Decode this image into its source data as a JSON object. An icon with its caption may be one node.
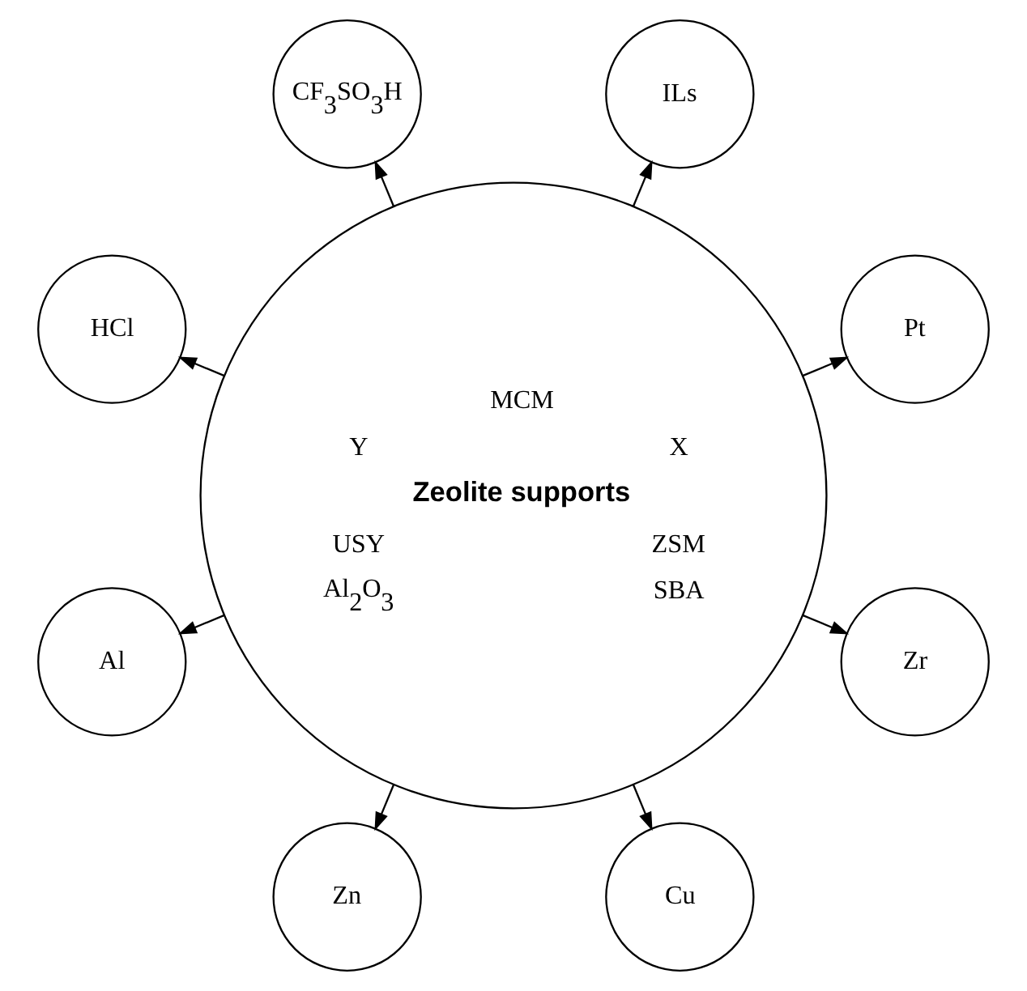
{
  "diagram": {
    "nodes": [
      {
        "text": [
          "MCM",
          "Y",
          "X",
          "Zeolite supports",
          "USY",
          "ZSM",
          "Al$_{2}$O$_{3}$",
          "SBA"
        ]
      },
      {
        "text": [
          "Pt"
        ]
      },
      {
        "text": [
          "ILs"
        ]
      },
      {
        "text": [
          "CF$_{3}$SO$_{3}$H"
        ]
      },
      {
        "text": [
          "HCl"
        ]
      },
      {
        "text": [
          "Al"
        ]
      },
      {
        "text": [
          "Zn"
        ]
      },
      {
        "text": [
          "Cu"
        ]
      },
      {
        "text": [
          "Zr"
        ]
      }
    ],
    "edges": [
      {
        "from": 0,
        "to": 1,
        "arrow": "to"
      },
      {
        "from": 0,
        "to": 2,
        "arrow": "to"
      },
      {
        "from": 0,
        "to": 3,
        "arrow": "to"
      },
      {
        "from": 0,
        "to": 4,
        "arrow": "to"
      },
      {
        "from": 0,
        "to": 5,
        "arrow": "to"
      },
      {
        "from": 0,
        "to": 6,
        "arrow": "to"
      },
      {
        "from": 0,
        "to": 7,
        "arrow": "to"
      },
      {
        "from": 0,
        "to": 8,
        "arrow": "to"
      }
    ]
  }
}
